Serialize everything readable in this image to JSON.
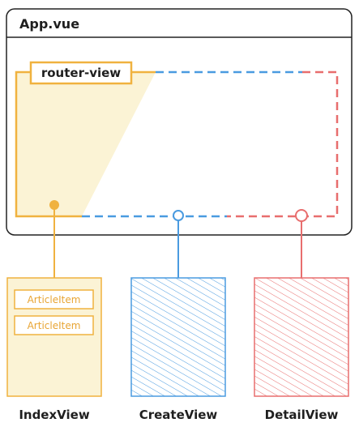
{
  "app": {
    "title": "App.vue"
  },
  "router_view": {
    "label": "router-view"
  },
  "views": [
    {
      "name": "IndexView",
      "items": [
        "ArticleItem",
        "ArticleItem"
      ]
    },
    {
      "name": "CreateView"
    },
    {
      "name": "DetailView"
    }
  ],
  "colors": {
    "index": "#f0b23f",
    "index_fill": "#fbf3d5",
    "create": "#4a9be0",
    "detail": "#e86e6e",
    "frame": "#222222"
  }
}
